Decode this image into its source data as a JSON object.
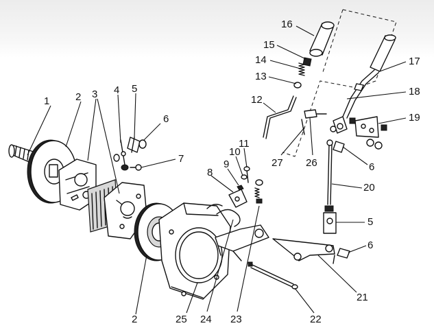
{
  "diagram": {
    "callouts": [
      {
        "id": "c1",
        "text": "1"
      },
      {
        "id": "c2a",
        "text": "2"
      },
      {
        "id": "c3",
        "text": "3"
      },
      {
        "id": "c4",
        "text": "4"
      },
      {
        "id": "c5a",
        "text": "5"
      },
      {
        "id": "c6a",
        "text": "6"
      },
      {
        "id": "c7",
        "text": "7"
      },
      {
        "id": "c8",
        "text": "8"
      },
      {
        "id": "c9",
        "text": "9"
      },
      {
        "id": "c10",
        "text": "10"
      },
      {
        "id": "c11",
        "text": "11"
      },
      {
        "id": "c12",
        "text": "12"
      },
      {
        "id": "c13",
        "text": "13"
      },
      {
        "id": "c14",
        "text": "14"
      },
      {
        "id": "c15",
        "text": "15"
      },
      {
        "id": "c16",
        "text": "16"
      },
      {
        "id": "c17",
        "text": "17"
      },
      {
        "id": "c18",
        "text": "18"
      },
      {
        "id": "c19",
        "text": "19"
      },
      {
        "id": "c6b",
        "text": "6"
      },
      {
        "id": "c20",
        "text": "20"
      },
      {
        "id": "c5b",
        "text": "5"
      },
      {
        "id": "c6c",
        "text": "6"
      },
      {
        "id": "c21",
        "text": "21"
      },
      {
        "id": "c22",
        "text": "22"
      },
      {
        "id": "c23",
        "text": "23"
      },
      {
        "id": "c24",
        "text": "24"
      },
      {
        "id": "c25",
        "text": "25"
      },
      {
        "id": "c2b",
        "text": "2"
      },
      {
        "id": "c26",
        "text": "26"
      },
      {
        "id": "c27",
        "text": "27"
      }
    ]
  }
}
